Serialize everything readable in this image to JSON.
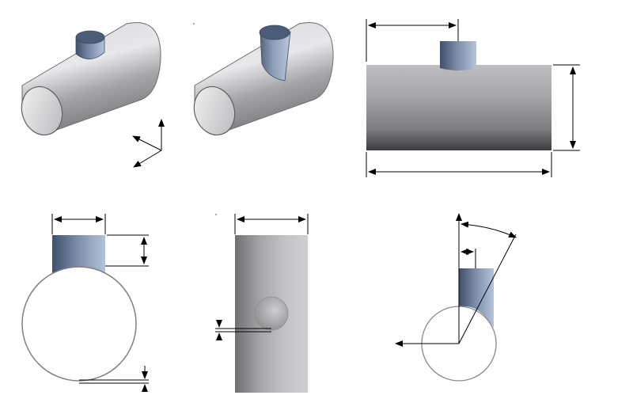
{
  "figure": {
    "description_labels": [],
    "views": [
      {
        "id": "iso-straight-branch",
        "kind": "isometric"
      },
      {
        "id": "iso-offset-branch",
        "kind": "isometric"
      },
      {
        "id": "front-elevation",
        "kind": "orthographic"
      },
      {
        "id": "end-section",
        "kind": "orthographic"
      },
      {
        "id": "top-plan",
        "kind": "orthographic"
      },
      {
        "id": "angle-section",
        "kind": "orthographic"
      }
    ],
    "colors": {
      "pipe_light": "#d9d9db",
      "pipe_mid": "#b3b3b5",
      "pipe_dark": "#3c3c3e",
      "branch_light": "#aebdd3",
      "branch_dark": "#3f4f6b",
      "line": "#000000",
      "outline": "#808080"
    }
  }
}
